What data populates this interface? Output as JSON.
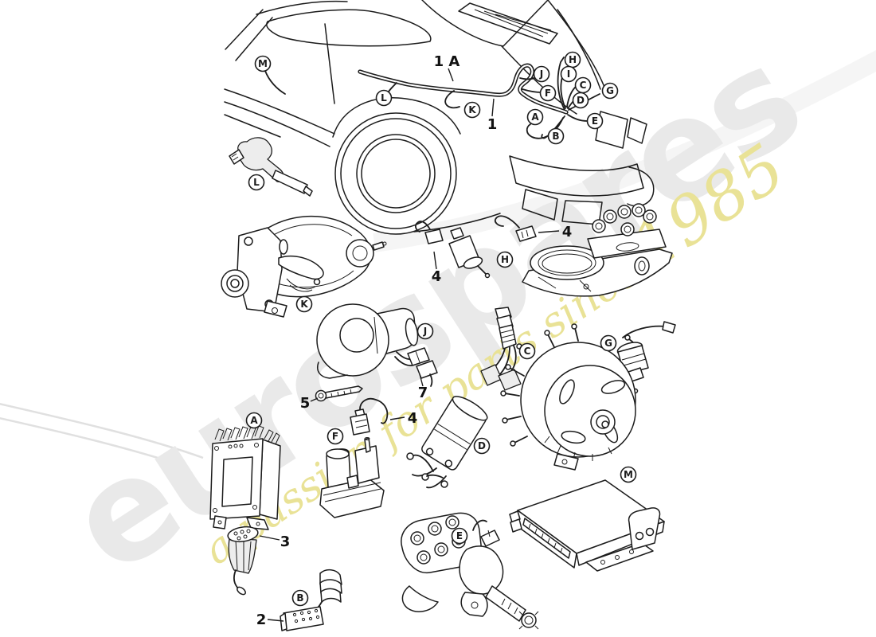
{
  "watermark": {
    "brand": "eurospares",
    "tagline": "a passion for parts since",
    "tagline_year": "1985",
    "brand_color": "#e9e9e9",
    "tagline_color": "#e9e296"
  },
  "labels": {
    "harness": [
      {
        "letter": "M"
      },
      {
        "letter": "L"
      },
      {
        "letter": "K"
      },
      {
        "letter": "J"
      },
      {
        "letter": "F"
      },
      {
        "letter": "H"
      },
      {
        "letter": "I"
      },
      {
        "letter": "C"
      },
      {
        "letter": "D"
      },
      {
        "letter": "G"
      },
      {
        "letter": "E"
      },
      {
        "letter": "A"
      },
      {
        "letter": "B"
      }
    ],
    "parts": [
      {
        "letter": "L"
      },
      {
        "letter": "K"
      },
      {
        "letter": "H"
      },
      {
        "letter": "J"
      },
      {
        "letter": "C"
      },
      {
        "letter": "G"
      },
      {
        "letter": "A"
      },
      {
        "letter": "F"
      },
      {
        "letter": "D"
      },
      {
        "letter": "M"
      },
      {
        "letter": "B"
      },
      {
        "letter": "E"
      }
    ],
    "numbers": [
      {
        "text": "1 A"
      },
      {
        "text": "1"
      },
      {
        "text": "4"
      },
      {
        "text": "4"
      },
      {
        "text": "4"
      },
      {
        "text": "5"
      },
      {
        "text": "7"
      },
      {
        "text": "3"
      },
      {
        "text": "2"
      }
    ]
  },
  "colors": {
    "line": "#1c1c1c",
    "background": "#ffffff"
  }
}
